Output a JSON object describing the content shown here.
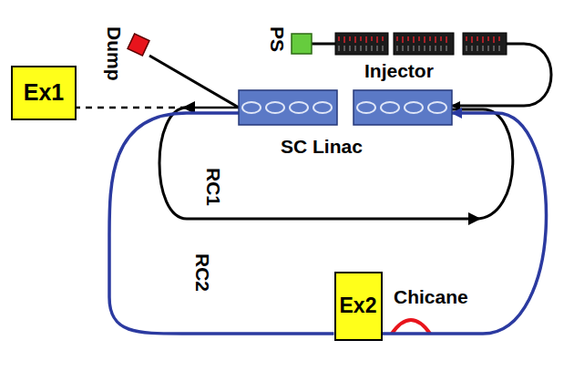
{
  "diagram": {
    "nodes": [
      {
        "text": [
          "Dump"
        ]
      },
      {
        "text": [
          "PS"
        ]
      },
      {
        "text": [
          "Injector"
        ]
      },
      {
        "text": [
          "Ex1"
        ]
      },
      {
        "text": [
          "SC Linac"
        ]
      },
      {
        "text": [
          "Ex2"
        ]
      }
    ],
    "edges": [
      {
        "from": 1,
        "to": 2,
        "arrow": "none"
      },
      {
        "from": 2,
        "to": 4,
        "arrow": "to"
      },
      {
        "from": 4,
        "to": 0,
        "arrow": "none"
      },
      {
        "from": 4,
        "to": 3,
        "arrow": "none"
      },
      {
        "from": 4,
        "to": 5,
        "arrow": "none"
      },
      {
        "from": 5,
        "to": 4,
        "arrow": "to"
      }
    ],
    "labels": [
      "RC1",
      "RC2",
      "Chicane"
    ]
  }
}
